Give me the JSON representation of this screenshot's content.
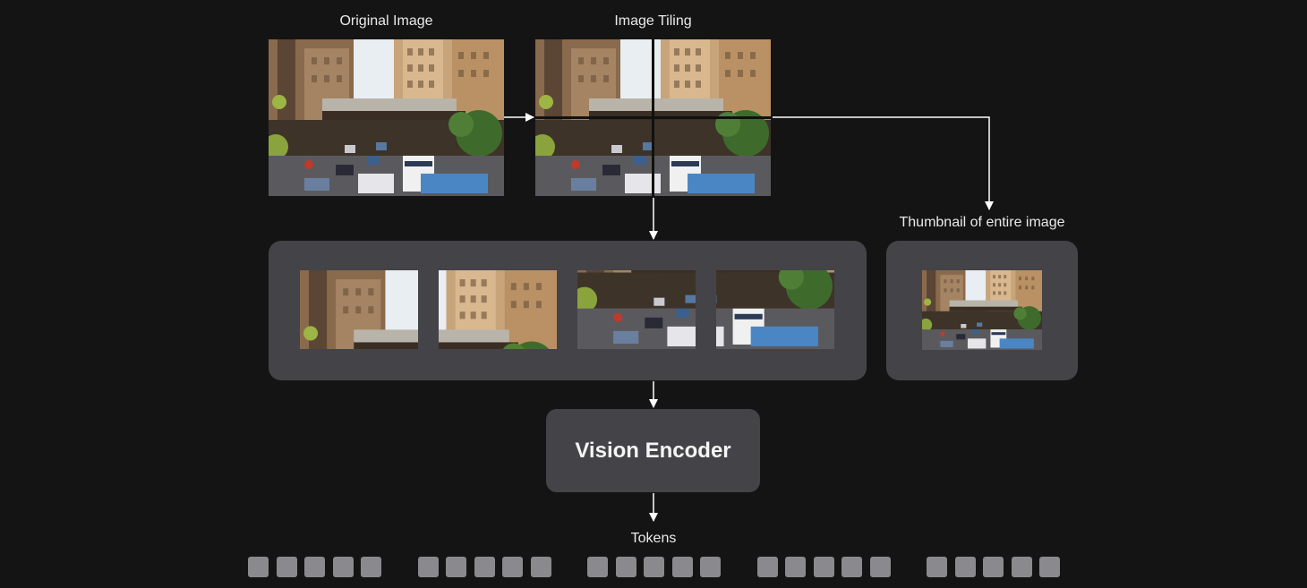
{
  "labels": {
    "original_image": "Original Image",
    "image_tiling": "Image Tiling",
    "thumbnail": "Thumbnail of entire image",
    "encoder": "Vision Encoder",
    "tokens": "Tokens"
  },
  "photo_icon": "street-scene-photo",
  "tiles": [
    {
      "name": "tile-top-left",
      "part": "top-left"
    },
    {
      "name": "tile-top-right",
      "part": "top-right"
    },
    {
      "name": "tile-bottom-left",
      "part": "bottom-left"
    },
    {
      "name": "tile-bottom-right",
      "part": "bottom-right"
    }
  ],
  "token_groups": 5,
  "tokens_per_group": 5,
  "colors": {
    "background": "#141414",
    "panel": "#444347",
    "token": "#8a8a8e",
    "arrow": "#ffffff"
  }
}
